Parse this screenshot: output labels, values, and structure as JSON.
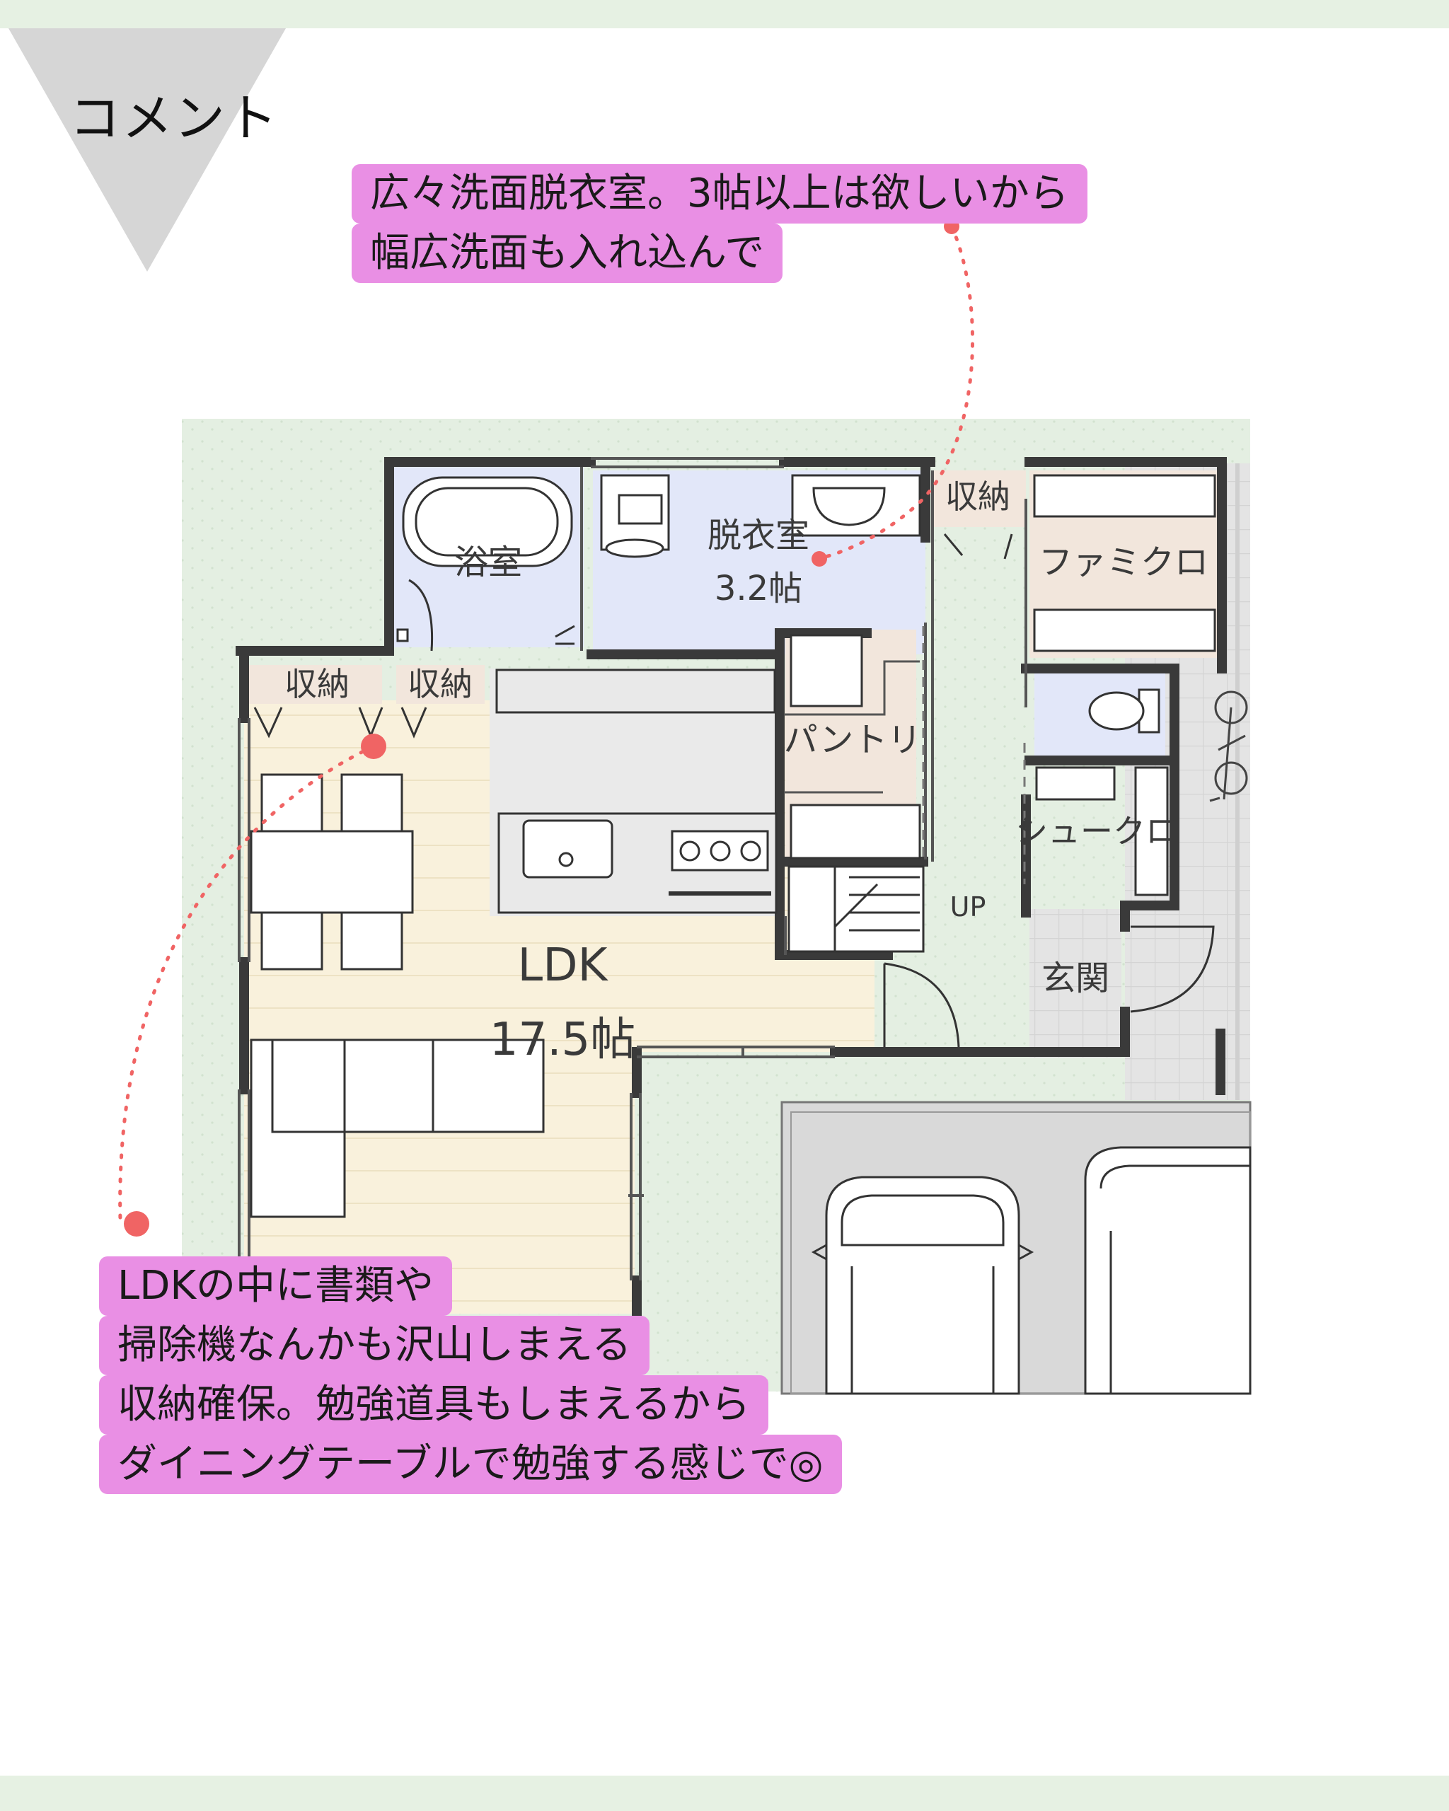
{
  "header": {
    "title": "コメント"
  },
  "floor_plan": {
    "rooms": {
      "bath": "浴室",
      "dressing": "脱衣室",
      "dressing_size": "3.2帖",
      "storage_top": "収納",
      "family_closet": "ファミクロ",
      "storage_left": "収納",
      "storage_mid": "収納",
      "pantry": "パントリ",
      "shoe_closet": "シュークロ",
      "stairs_up": "UP",
      "entrance": "玄関",
      "ldk": "LDK",
      "ldk_size": "17.5帖"
    }
  },
  "comments": {
    "dressing_room": {
      "lines": [
        "広々洗面脱衣室。3帖以上は欲しいから",
        "幅広洗面も入れ込んで"
      ]
    },
    "ldk_storage": {
      "lines": [
        "LDKの中に書類や",
        "掃除機なんかも沢山しまえる",
        "収納確保。勉強道具もしまえるから",
        "ダイニングテーブルで勉強する感じで◎"
      ]
    }
  },
  "colors": {
    "accent_pink": "#e98fe4",
    "marker_red": "#f06464",
    "band_green": "#e6f1e3",
    "wall": "#3a3a3a",
    "ldk_floor": "#f9f1dc",
    "wet_area": "#e2e7f9",
    "closet_beige": "#f2e6dc"
  }
}
